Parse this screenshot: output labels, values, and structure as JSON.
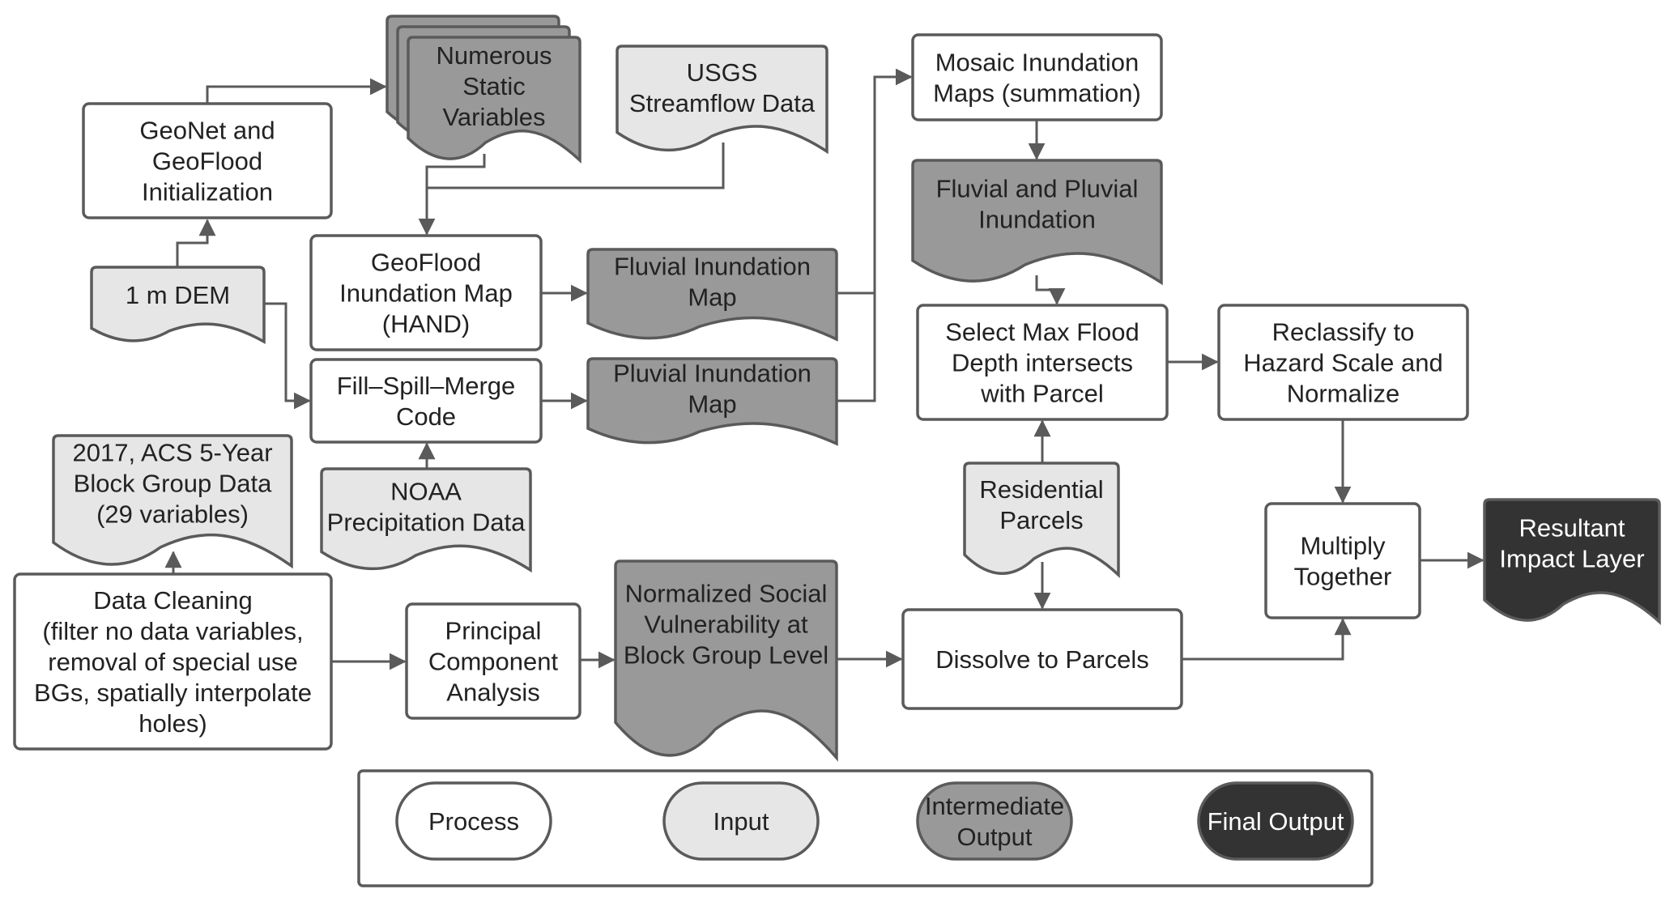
{
  "colors": {
    "process": "#ffffff",
    "input": "#e6e6e6",
    "intermediate": "#999999",
    "final": "#333333",
    "stroke": "#5a5a5a",
    "text_dark": "#222222",
    "text_light": "#ffffff"
  },
  "nodes": {
    "geonet": {
      "lines": [
        "GeoNet and",
        "GeoFlood",
        "Initialization"
      ],
      "type": "process"
    },
    "numerous": {
      "lines": [
        "Numerous",
        "Static",
        "Variables"
      ],
      "type": "intermediate"
    },
    "usgs": {
      "lines": [
        "USGS",
        "Streamflow Data"
      ],
      "type": "input"
    },
    "mosaic": {
      "lines": [
        "Mosaic Inundation",
        "Maps (summation)"
      ],
      "type": "process"
    },
    "fluvial_pluvial": {
      "lines": [
        "Fluvial and Pluvial",
        "Inundation"
      ],
      "type": "intermediate"
    },
    "dem": {
      "lines": [
        "1 m DEM"
      ],
      "type": "input"
    },
    "hand": {
      "lines": [
        "GeoFlood",
        "Inundation Map",
        "(HAND)"
      ],
      "type": "process"
    },
    "fluvial_map": {
      "lines": [
        "Fluvial Inundation",
        "Map"
      ],
      "type": "intermediate"
    },
    "fsm": {
      "lines": [
        "Fill–Spill–Merge",
        "Code"
      ],
      "type": "process"
    },
    "pluvial_map": {
      "lines": [
        "Pluvial Inundation",
        "Map"
      ],
      "type": "intermediate"
    },
    "select_max": {
      "lines": [
        "Select Max Flood",
        "Depth intersects",
        "with Parcel"
      ],
      "type": "process"
    },
    "reclassify": {
      "lines": [
        "Reclassify to",
        "Hazard Scale and",
        "Normalize"
      ],
      "type": "process"
    },
    "acs": {
      "lines": [
        "2017, ACS 5-Year",
        "Block Group Data",
        "(29 variables)"
      ],
      "type": "input"
    },
    "noaa": {
      "lines": [
        "NOAA",
        "Precipitation Data"
      ],
      "type": "input"
    },
    "residential": {
      "lines": [
        "Residential",
        "Parcels"
      ],
      "type": "input"
    },
    "cleaning": {
      "lines": [
        "Data Cleaning",
        "(filter no data variables,",
        "removal of special use",
        "BGs, spatially interpolate",
        "holes)"
      ],
      "type": "process"
    },
    "pca": {
      "lines": [
        "Principal",
        "Component",
        "Analysis"
      ],
      "type": "process"
    },
    "social": {
      "lines": [
        "Normalized Social",
        "Vulnerability at",
        "Block Group Level"
      ],
      "type": "intermediate"
    },
    "dissolve": {
      "lines": [
        "Dissolve to Parcels"
      ],
      "type": "process"
    },
    "multiply": {
      "lines": [
        "Multiply",
        "Together"
      ],
      "type": "process"
    },
    "resultant": {
      "lines": [
        "Resultant",
        "Impact Layer"
      ],
      "type": "final"
    }
  },
  "edges": [
    {
      "from": "dem",
      "to": "geonet"
    },
    {
      "from": "geonet",
      "to": "numerous"
    },
    {
      "from": "numerous",
      "to": "hand"
    },
    {
      "from": "usgs",
      "to": "hand"
    },
    {
      "from": "dem",
      "to": "fsm"
    },
    {
      "from": "hand",
      "to": "fluvial_map"
    },
    {
      "from": "fsm",
      "to": "pluvial_map"
    },
    {
      "from": "noaa",
      "to": "fsm"
    },
    {
      "from": "fluvial_map",
      "to": "mosaic"
    },
    {
      "from": "pluvial_map",
      "to": "mosaic"
    },
    {
      "from": "mosaic",
      "to": "fluvial_pluvial"
    },
    {
      "from": "fluvial_pluvial",
      "to": "select_max"
    },
    {
      "from": "residential",
      "to": "select_max"
    },
    {
      "from": "select_max",
      "to": "reclassify"
    },
    {
      "from": "reclassify",
      "to": "multiply"
    },
    {
      "from": "cleaning",
      "to": "acs"
    },
    {
      "from": "cleaning",
      "to": "pca"
    },
    {
      "from": "pca",
      "to": "social"
    },
    {
      "from": "social",
      "to": "dissolve"
    },
    {
      "from": "residential",
      "to": "dissolve"
    },
    {
      "from": "dissolve",
      "to": "multiply"
    },
    {
      "from": "multiply",
      "to": "resultant"
    }
  ],
  "legend": {
    "items": [
      {
        "lines": [
          "Process"
        ],
        "type": "process"
      },
      {
        "lines": [
          "Input"
        ],
        "type": "input"
      },
      {
        "lines": [
          "Intermediate",
          "Output"
        ],
        "type": "intermediate"
      },
      {
        "lines": [
          "Final Output"
        ],
        "type": "final"
      }
    ]
  }
}
